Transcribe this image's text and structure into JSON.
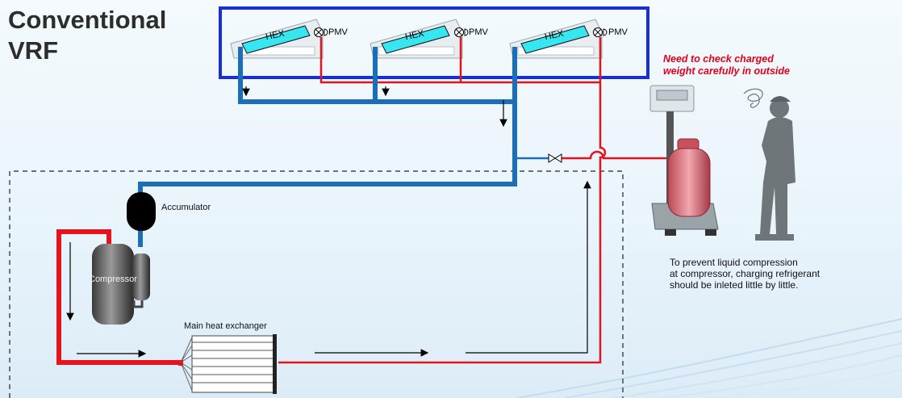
{
  "title": {
    "line1": "Conventional",
    "line2": "VRF"
  },
  "warning": {
    "line1": "Need to check charged",
    "line2": "weight carefully in outside"
  },
  "note": {
    "line1": "To prevent liquid compression",
    "line2": "at compressor, charging refrigerant",
    "line3": "should be inleted little by little."
  },
  "indoor_units": [
    {
      "hex_label": "HEX",
      "valve_label": "PMV"
    },
    {
      "hex_label": "HEX",
      "valve_label": "PMV"
    },
    {
      "hex_label": "HEX",
      "valve_label": "PMV"
    }
  ],
  "labels": {
    "accumulator": "Accumulator",
    "compressor": "Compressor",
    "main_heat_exchanger": "Main heat exchanger"
  },
  "colors": {
    "gas_line": "#1a6fb8",
    "liquid_line": "#e3141b",
    "indoor_frame": "#1630d6",
    "hex_fill": "#37e6ee",
    "warning_text": "#e3001b"
  }
}
